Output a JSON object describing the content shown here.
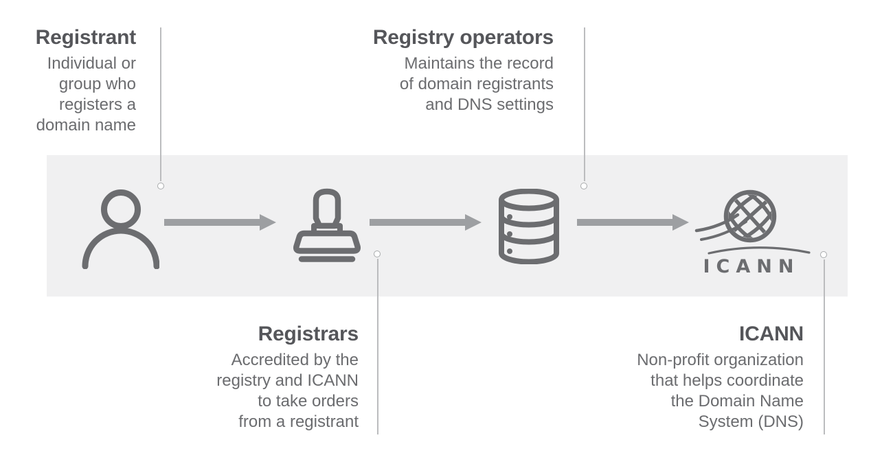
{
  "colors": {
    "band": "#f0f0f1",
    "icon": "#6c6d70",
    "arrow": "#9d9fa2",
    "heading": "#55565a",
    "body": "#6b6c6f",
    "leader": "#bbbcbe",
    "dot_border": "#a8aaac"
  },
  "nodes": {
    "registrant": {
      "title": "Registrant",
      "description": "Individual or\ngroup who\nregisters a\ndomain name"
    },
    "registrars": {
      "title": "Registrars",
      "description": "Accredited by the\nregistry and ICANN\nto take orders\nfrom a registrant"
    },
    "registry_operators": {
      "title": "Registry operators",
      "description": "Maintains the record\nof domain registrants\nand DNS settings"
    },
    "icann": {
      "title": "ICANN",
      "description": "Non-profit organization\nthat helps coordinate\nthe Domain Name\nSystem (DNS)"
    }
  },
  "icann_logo": {
    "wordmark": "ICANN"
  }
}
